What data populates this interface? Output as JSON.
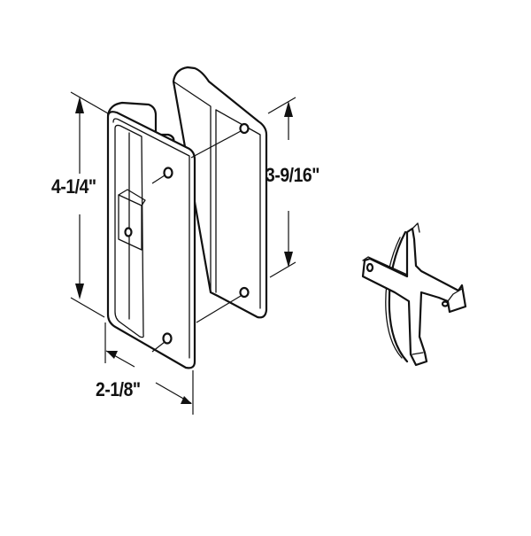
{
  "figure": {
    "type": "product-dimension-drawing",
    "subject": "sliding door handle set with mounting clip",
    "dimensions": {
      "overall_height": "4-1/4\"",
      "screw_hole_spacing": "3-9/16\"",
      "width": "2-1/8\""
    },
    "parts": [
      {
        "name": "outside-pull-handle",
        "holes": 3
      },
      {
        "name": "inside-pull-handle",
        "holes": 2
      },
      {
        "name": "latch-clip"
      }
    ],
    "colors": {
      "line": "#111111",
      "background": "#ffffff"
    }
  }
}
